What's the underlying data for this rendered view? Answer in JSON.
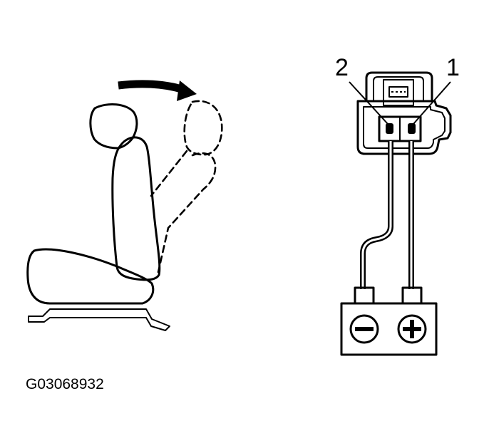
{
  "diagram": {
    "pin_labels": {
      "pin_2": "2",
      "pin_1": "1"
    },
    "battery": {
      "negative_symbol": "−",
      "positive_symbol": "+"
    },
    "figure_code": "G03068932"
  }
}
